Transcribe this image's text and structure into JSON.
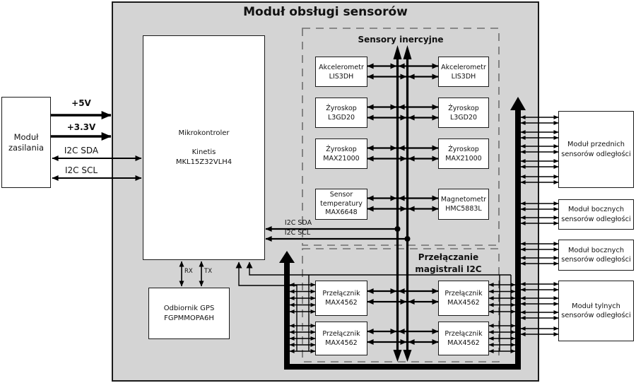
{
  "panel": {
    "title": "Moduł obsługi sensorów"
  },
  "colors": {
    "panel_bg": "#d4d4d4",
    "wire": "#000000",
    "dashed_border": "#6e6e6e",
    "box_bg": "#ffffff"
  },
  "power_module": {
    "lines": [
      "Moduł",
      "zasilania"
    ]
  },
  "power_signals": {
    "v5": "+5V",
    "v33": "+3.3V",
    "sda": "I2C SDA",
    "scl": "I2C SCL"
  },
  "mcu": {
    "lines": [
      "Mikrokontroler",
      "Kinetis",
      "MKL15Z32VLH4"
    ]
  },
  "gps": {
    "lines": [
      "Odbiornik GPS",
      "FGPMMOPA6H"
    ],
    "rx": "RX",
    "tx": "TX"
  },
  "i2c_mid_labels": {
    "sda": "I2C SDA",
    "scl": "I2C SCL"
  },
  "inertial": {
    "title": "Sensory inercyjne",
    "left": [
      {
        "lines": [
          "Akcelerometr",
          "LIS3DH"
        ]
      },
      {
        "lines": [
          "Żyroskop",
          "L3GD20"
        ]
      },
      {
        "lines": [
          "Żyroskop",
          "MAX21000"
        ]
      },
      {
        "lines": [
          "Sensor",
          "temperatury",
          "MAX6648"
        ]
      }
    ],
    "right": [
      {
        "lines": [
          "Akcelerometr",
          "LIS3DH"
        ]
      },
      {
        "lines": [
          "Żyroskop",
          "L3GD20"
        ]
      },
      {
        "lines": [
          "Żyroskop",
          "MAX21000"
        ]
      },
      {
        "lines": [
          "Magnetometr",
          "HMC5883L"
        ]
      }
    ]
  },
  "switching": {
    "title_lines": [
      "Przełączanie",
      "magistrali I2C"
    ],
    "items": [
      {
        "lines": [
          "Przełącznik",
          "MAX4562"
        ]
      },
      {
        "lines": [
          "Przełącznik",
          "MAX4562"
        ]
      },
      {
        "lines": [
          "Przełącznik",
          "MAX4562"
        ]
      },
      {
        "lines": [
          "Przełącznik",
          "MAX4562"
        ]
      }
    ]
  },
  "distance_modules": {
    "items": [
      {
        "lines": [
          "Moduł przednich",
          "sensorów odległości"
        ]
      },
      {
        "lines": [
          "Moduł bocznych",
          "sensorów odległości"
        ]
      },
      {
        "lines": [
          "Moduł bocznych",
          "sensorów odległości"
        ]
      },
      {
        "lines": [
          "Moduł tylnych",
          "sensorów odległości"
        ]
      }
    ]
  }
}
